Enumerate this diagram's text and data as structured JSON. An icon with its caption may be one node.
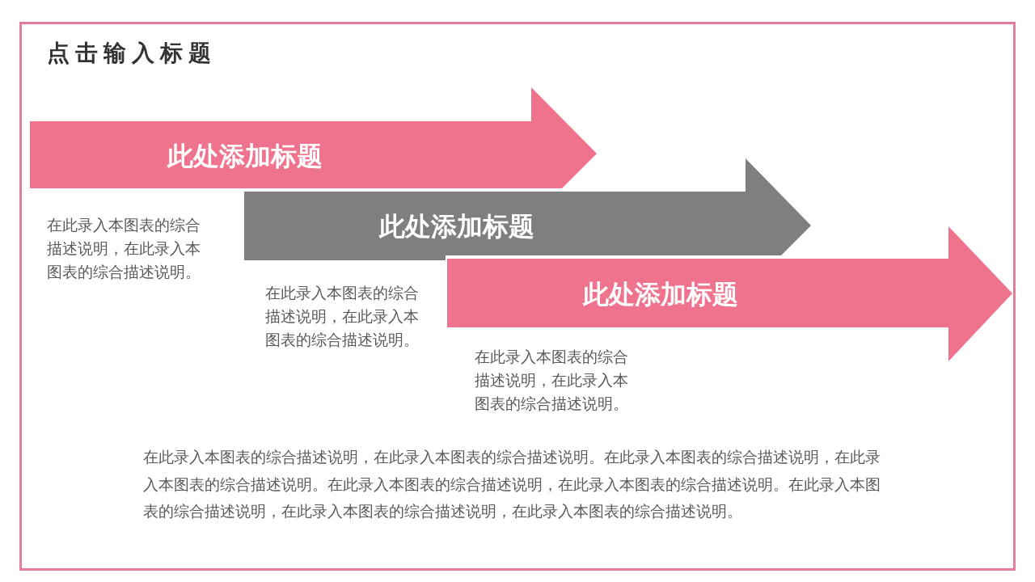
{
  "diagram": {
    "title": "点击输入标题",
    "nodes": [
      {
        "text": [
          "此处添加标题"
        ],
        "beside": [
          "在此录入本图表的综合描述说明，在此录入本图表的综合描述说明。"
        ]
      },
      {
        "text": [
          "此处添加标题"
        ],
        "beside": [
          "在此录入本图表的综合描述说明，在此录入本图表的综合描述说明。"
        ]
      },
      {
        "text": [
          "此处添加标题"
        ],
        "beside": [
          "在此录入本图表的综合描述说明，在此录入本图表的综合描述说明。"
        ]
      }
    ],
    "labels": [
      "在此录入本图表的综合描述说明，在此录入本图表的综合描述说明。在此录入本图表的综合描述说明，在此录入本图表的综合描述说明。在此录入本图表的综合描述说明，在此录入本图表的综合描述说明。在此录入本图表的综合描述说明，在此录入本图表的综合描述说明，在此录入本图表的综合描述说明。"
    ]
  }
}
